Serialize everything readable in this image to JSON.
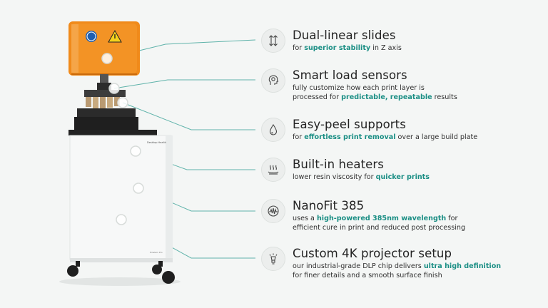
{
  "colors": {
    "accent": "#1a8e84",
    "connector_line": "#5fb3aa",
    "resin_cover": "#f08a1a",
    "cabinet": "#f7f8f8",
    "background": "#f4f6f5"
  },
  "printer": {
    "cabinet_brand": "Desktop Health",
    "cabinet_model": "Einstein Pro"
  },
  "features": [
    {
      "icon": "arrows-up-down-icon",
      "title": "Dual-linear slides",
      "desc_line1": {
        "pre": "for ",
        "hl": "superior stability",
        "post": " in Z axis"
      },
      "desc_line2": {
        "pre": "",
        "hl": "",
        "post": ""
      }
    },
    {
      "icon": "brain-head-icon",
      "title": "Smart load sensors",
      "desc_line1": {
        "pre": "fully customize how each print layer is",
        "hl": "",
        "post": ""
      },
      "desc_line2": {
        "pre": "processed for ",
        "hl": "predictable, repeatable",
        "post": " results"
      }
    },
    {
      "icon": "resin-drop-icon",
      "title": "Easy-peel supports",
      "desc_line1": {
        "pre": "for ",
        "hl": "effortless print removal",
        "post": " over a large build plate"
      },
      "desc_line2": {
        "pre": "",
        "hl": "",
        "post": ""
      }
    },
    {
      "icon": "heat-waves-icon",
      "title": "Built-in heaters",
      "desc_line1": {
        "pre": "lower resin viscosity for ",
        "hl": "quicker prints",
        "post": ""
      },
      "desc_line2": {
        "pre": "",
        "hl": "",
        "post": ""
      }
    },
    {
      "icon": "wavelength-icon",
      "title": "NanoFit 385",
      "desc_line1": {
        "pre": "uses a ",
        "hl": "high-powered 385nm wavelength",
        "post": " for"
      },
      "desc_line2": {
        "pre": "efficient cure in print and reduced post processing",
        "hl": "",
        "post": ""
      }
    },
    {
      "icon": "projector-light-icon",
      "title": "Custom 4K projector setup",
      "desc_line1": {
        "pre": "our industrial-grade DLP chip delivers ",
        "hl": "ultra high definition",
        "post": ""
      },
      "desc_line2": {
        "pre": "for finer details and a smooth surface finish",
        "hl": "",
        "post": ""
      }
    }
  ]
}
